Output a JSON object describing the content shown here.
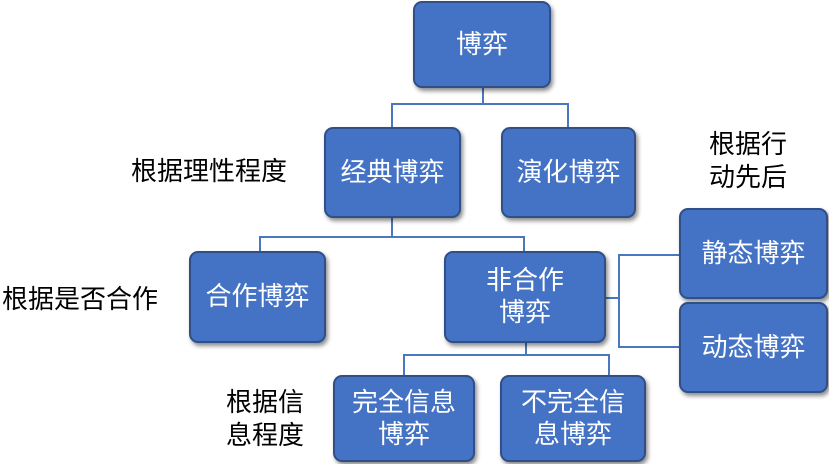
{
  "nodes": {
    "root": "博弈",
    "classical": "经典博弈",
    "evolutionary": "演化博弈",
    "cooperative": "合作博弈",
    "noncooperative": "非合作\n博弈",
    "static": "静态博弈",
    "dynamic": "动态博弈",
    "complete_info": "完全信息\n博弈",
    "incomplete_info": "不完全信\n息博弈"
  },
  "labels": {
    "rationality": "根据理性程度",
    "cooperation": "根据是否合作",
    "action_order": "根据行\n动先后",
    "information": "根据信\n息程度"
  },
  "colors": {
    "node_fill": "#4472c4",
    "node_border": "#2f4f86",
    "node_text": "#ffffff",
    "connector": "#4a78c0"
  }
}
